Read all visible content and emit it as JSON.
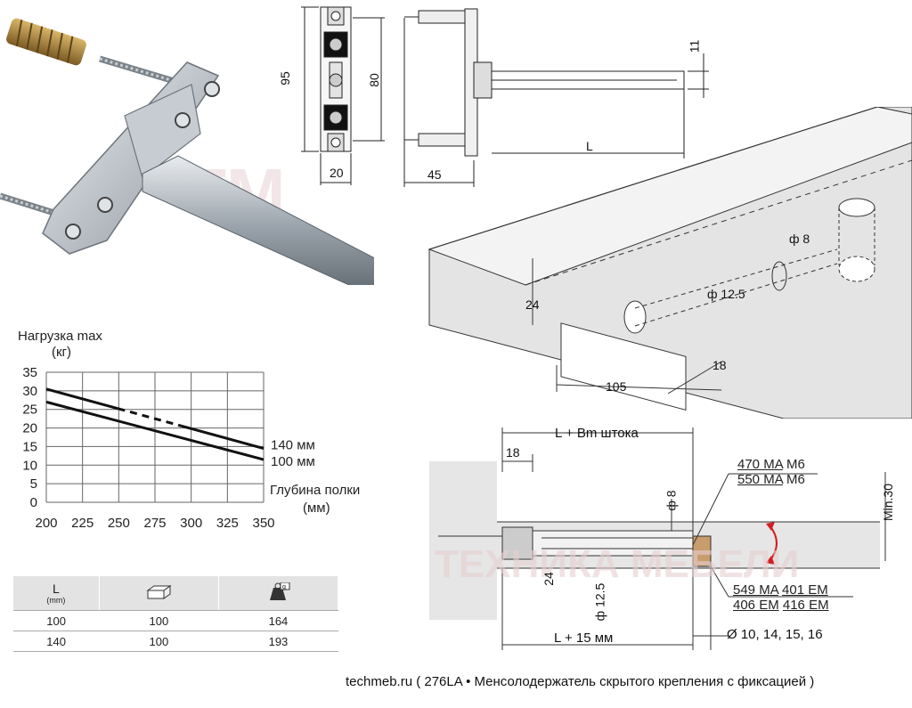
{
  "photo": {
    "watermark": "ТМ"
  },
  "top_drawing": {
    "dims": {
      "h95": "95",
      "h80": "80",
      "w20": "20",
      "w45": "45",
      "d11": "11",
      "L": "L"
    }
  },
  "iso_drawing": {
    "dims": {
      "phi8": "ф 8",
      "phi125": "ф 12.5",
      "d24": "24",
      "d105": "105",
      "d18": "18"
    }
  },
  "chart_data": {
    "type": "line",
    "ylabel": "Нагрузка max",
    "yunit": "(кг)",
    "xlabel": "Глубина полки",
    "xunit": "(мм)",
    "x_ticks": [
      "200",
      "225",
      "250",
      "275",
      "300",
      "325",
      "350"
    ],
    "y_ticks": [
      "0",
      "5",
      "10",
      "15",
      "20",
      "25",
      "30",
      "35"
    ],
    "xlim": [
      200,
      350
    ],
    "ylim": [
      0,
      35
    ],
    "grid": true,
    "series": [
      {
        "name": "140 мм",
        "x": [
          200,
          350
        ],
        "y": [
          30.5,
          14.5
        ]
      },
      {
        "name": "100 мм",
        "x": [
          200,
          350
        ],
        "y": [
          27,
          11.5
        ]
      }
    ]
  },
  "table": {
    "header_L": "L",
    "header_L_unit": "(mm)",
    "rows": [
      [
        "100",
        "100",
        "164"
      ],
      [
        "140",
        "100",
        "193"
      ]
    ]
  },
  "bottom_drawing": {
    "dims": {
      "lbm": "L + Bm штока",
      "d18": "18",
      "phi8": "ф 8",
      "d24": "24",
      "phi125": "ф 12.5",
      "l15": "L + 15 мм",
      "min30": "Min.30",
      "diam": "Ø 10, 14, 15, 16"
    },
    "codes_top": [
      [
        "470 MA",
        "M6"
      ],
      [
        "550 MA",
        "M6"
      ]
    ],
    "codes_bottom": [
      [
        "549 MA",
        "401 EM"
      ],
      [
        "406 EM",
        "416 EM"
      ]
    ],
    "watermark": "ТЕХНИКА МЕБЕЛИ"
  },
  "footer": {
    "text": "techmeb.ru   ( 276LA • Менсолодержатель скрытого крепления с фиксацией )"
  }
}
